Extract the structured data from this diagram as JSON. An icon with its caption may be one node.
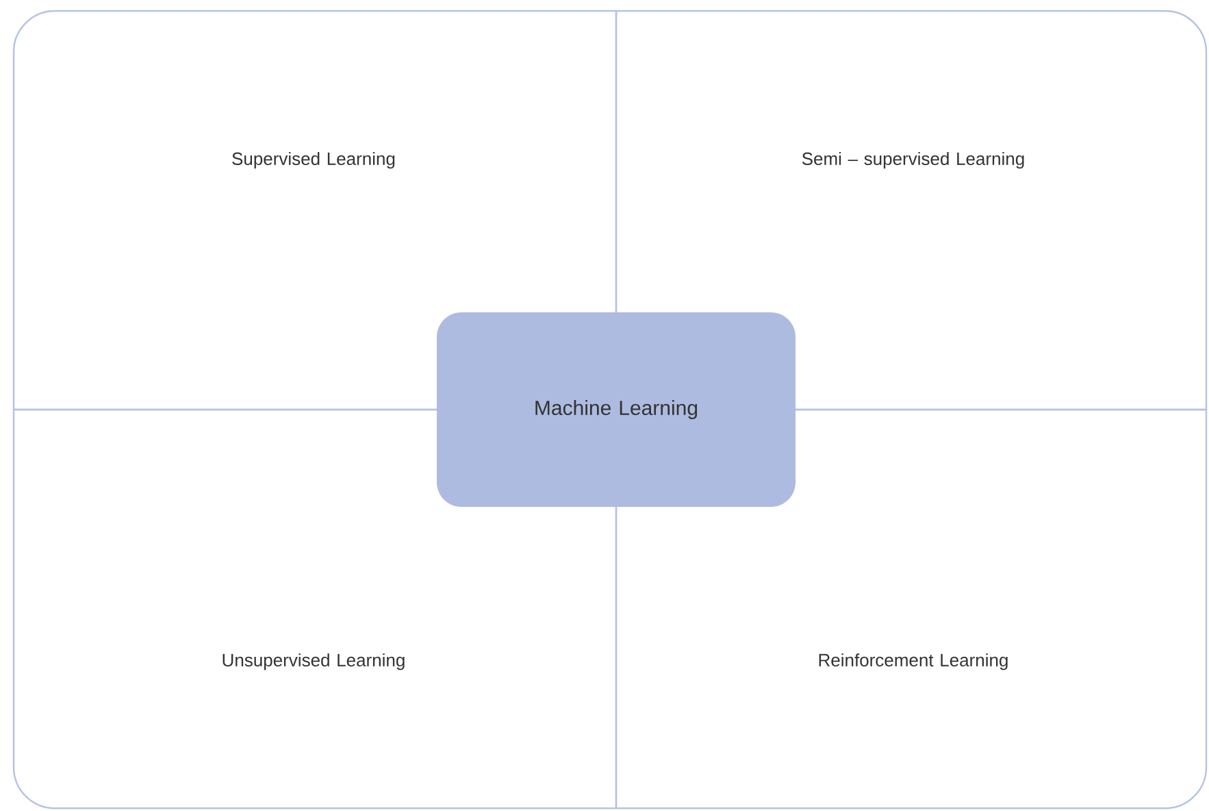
{
  "diagram": {
    "nodes": [
      {
        "text": [
          "Supervised Learning"
        ]
      },
      {
        "text": [
          "Semi – supervised Learning"
        ]
      },
      {
        "text": [
          "Machine Learning"
        ]
      },
      {
        "text": [
          "Unsupervised Learning"
        ]
      },
      {
        "text": [
          "Reinforcement Learning"
        ]
      }
    ]
  }
}
